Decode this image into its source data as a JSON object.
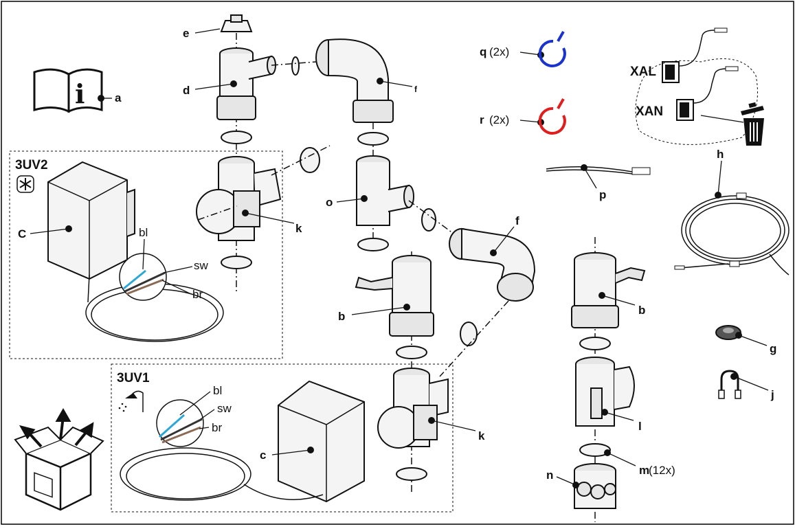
{
  "frame_color": "#000000",
  "accent_colors": {
    "q_ring": "#1a33cc",
    "r_ring": "#e01e1e",
    "wire_blue": "#2aa7d6",
    "wire_brown": "#8a6a55"
  },
  "icons": [
    "manual-info-icon",
    "snowflake-icon",
    "shower-icon",
    "open-box-icon",
    "trash-bin-icon"
  ],
  "labels": {
    "a": "a",
    "b": "b",
    "c": "c",
    "C": "C",
    "d": "d",
    "e": "e",
    "f": "f",
    "g": "g",
    "h": "h",
    "j": "j",
    "k": "k",
    "l": "l",
    "m": "m",
    "n": "n",
    "o": "o",
    "p": "p",
    "q": "q",
    "r": "r"
  },
  "counts": {
    "q": "(2x)",
    "r": "(2x)",
    "m": "(12x)"
  },
  "kits": {
    "uv2": "3UV2",
    "uv1": "3UV1"
  },
  "wires": {
    "blue": "bl",
    "black": "sw",
    "brown": "br"
  },
  "sensors": {
    "xal": "XAL",
    "xan": "XAN"
  }
}
